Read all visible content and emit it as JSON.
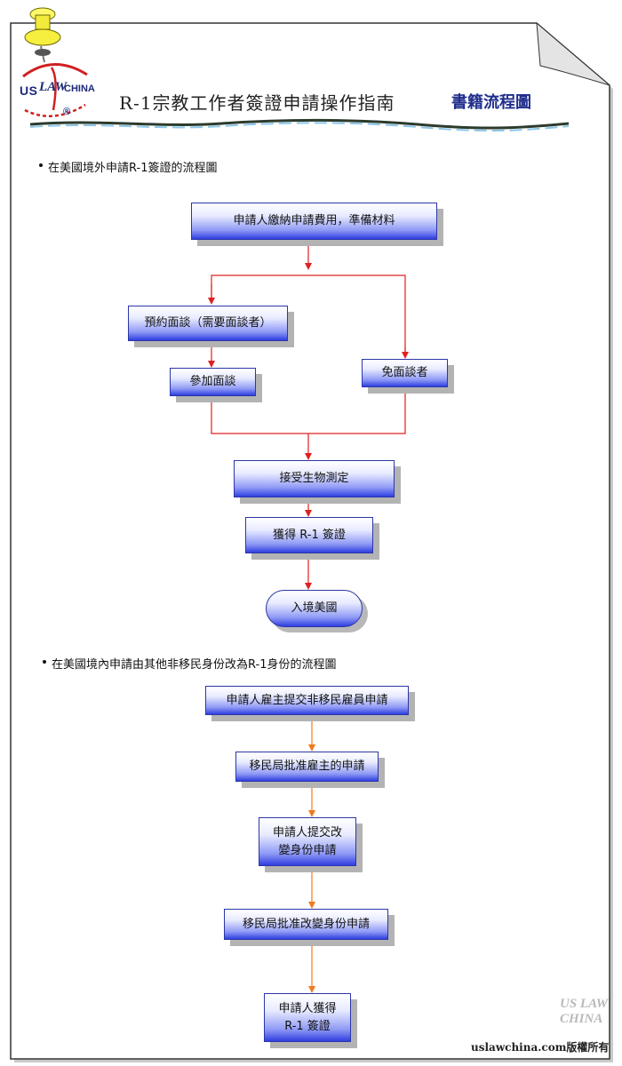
{
  "header": {
    "logo": {
      "us": "US",
      "law": "LAW",
      "china": "CHINA",
      "registered": "®"
    },
    "title": "R-1宗教工作者簽證申請操作指南",
    "subtitle": "書籍流程圖"
  },
  "section_one": {
    "heading": "在美國境外申請R-1簽證的流程圖",
    "steps": {
      "pay_fees": "申請人繳納申請費用，準備材料",
      "schedule_interview": "預約面談（需要面談者）",
      "attend_interview": "參加面談",
      "interview_exempt": "免面談者",
      "biometrics": "接受生物測定",
      "obtain_visa": "獲得 R-1 簽證",
      "enter_us": "入境美國"
    }
  },
  "section_two": {
    "heading": "在美國境內申請由其他非移民身份改為R-1身份的流程圖",
    "steps": {
      "employer_petition": "申請人雇主提交非移民雇員申請",
      "uscis_approve_petition": "移民局批准雇主的申請",
      "applicant_submit_line1": "申請人提交改",
      "applicant_submit_line2": "變身份申請",
      "uscis_approve_change": "移民局批准改變身份申請",
      "applicant_obtain_line1": "申請人獲得",
      "applicant_obtain_line2": "R-1 簽證"
    }
  },
  "footer": {
    "watermark_logo": "US LAW CHINA",
    "copyright": "uslawchina.com版權所有"
  },
  "colors": {
    "arrow_section_one": "#e02020",
    "arrow_section_two": "#f07a1e",
    "box_border": "#2c36a8",
    "title_accent": "#1f2d8c"
  }
}
